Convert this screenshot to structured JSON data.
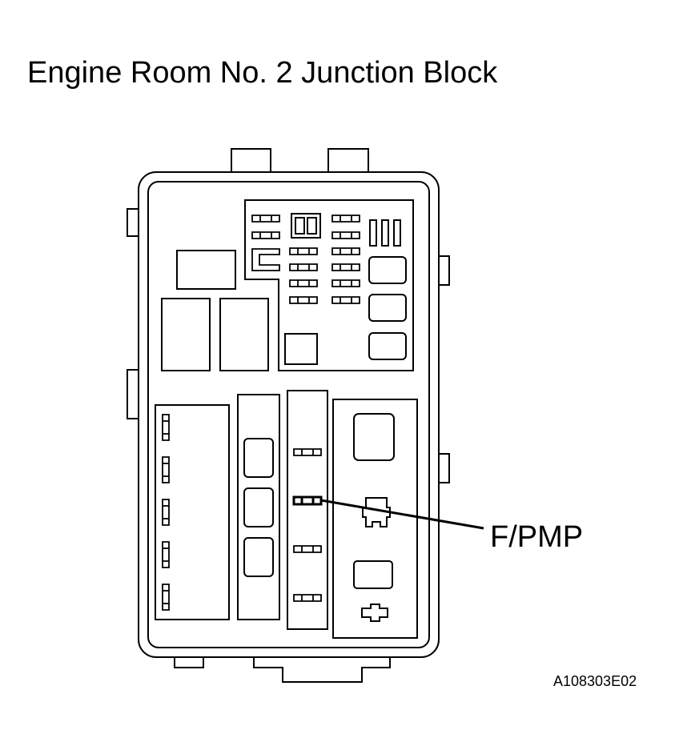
{
  "diagram": {
    "title": "Engine Room No. 2 Junction Block",
    "callout_label": "F/PMP",
    "figure_code": "A108303E02",
    "line_color": "#000000",
    "background_color": "#ffffff"
  }
}
